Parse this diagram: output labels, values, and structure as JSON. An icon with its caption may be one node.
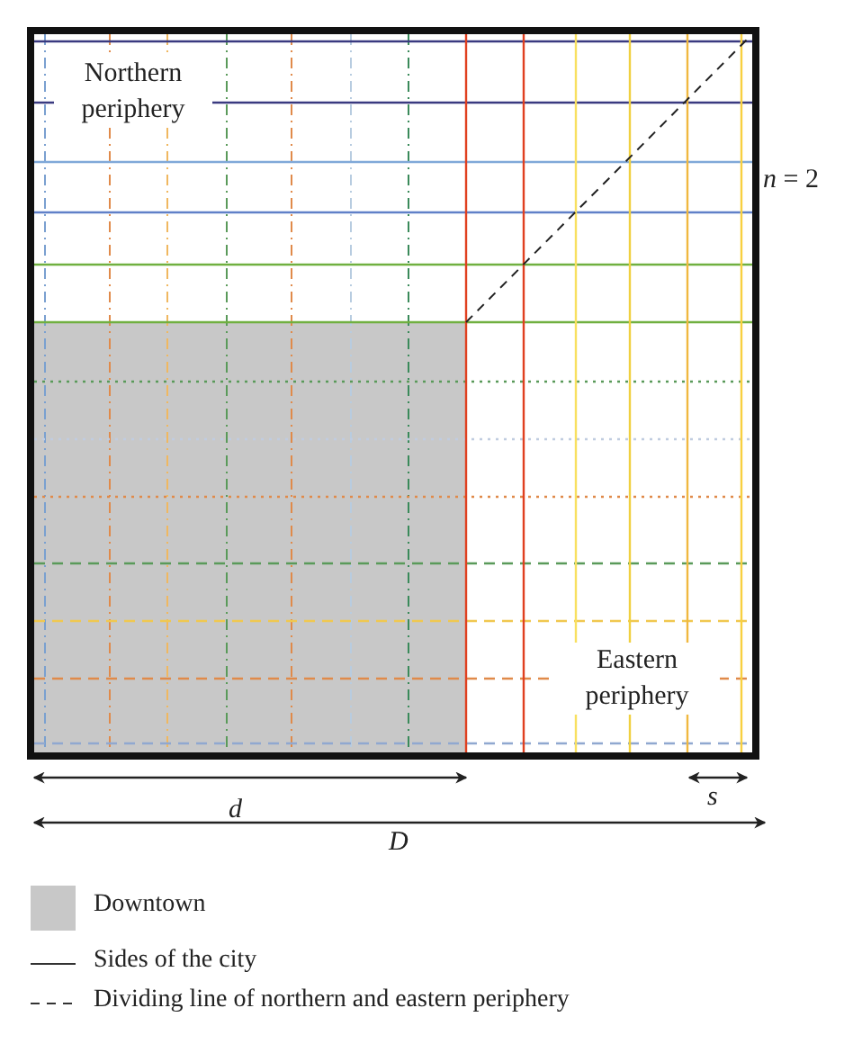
{
  "diagram": {
    "labels": [
      "Northern periphery",
      "*n* = 2",
      "Eastern periphery",
      "d",
      "s",
      "D"
    ],
    "legend": [
      {
        "text": "Downtown",
        "color": "#c8c8c8"
      },
      {
        "text": "Sides of the city"
      },
      {
        "text": "Dividing line of northern and eastern periphery"
      }
    ]
  }
}
